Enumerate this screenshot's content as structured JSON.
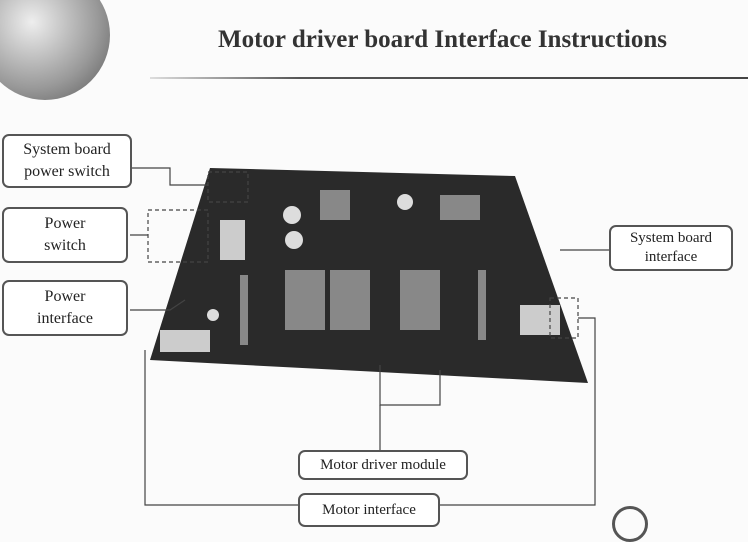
{
  "title": "Motor driver board Interface Instructions",
  "labels": {
    "system_board_power_switch": "System board power switch",
    "power_switch": "Power switch",
    "power_interface": "Power interface",
    "system_board_interface": "System board interface",
    "motor_driver_module": "Motor driver module",
    "motor_interface": "Motor interface"
  }
}
